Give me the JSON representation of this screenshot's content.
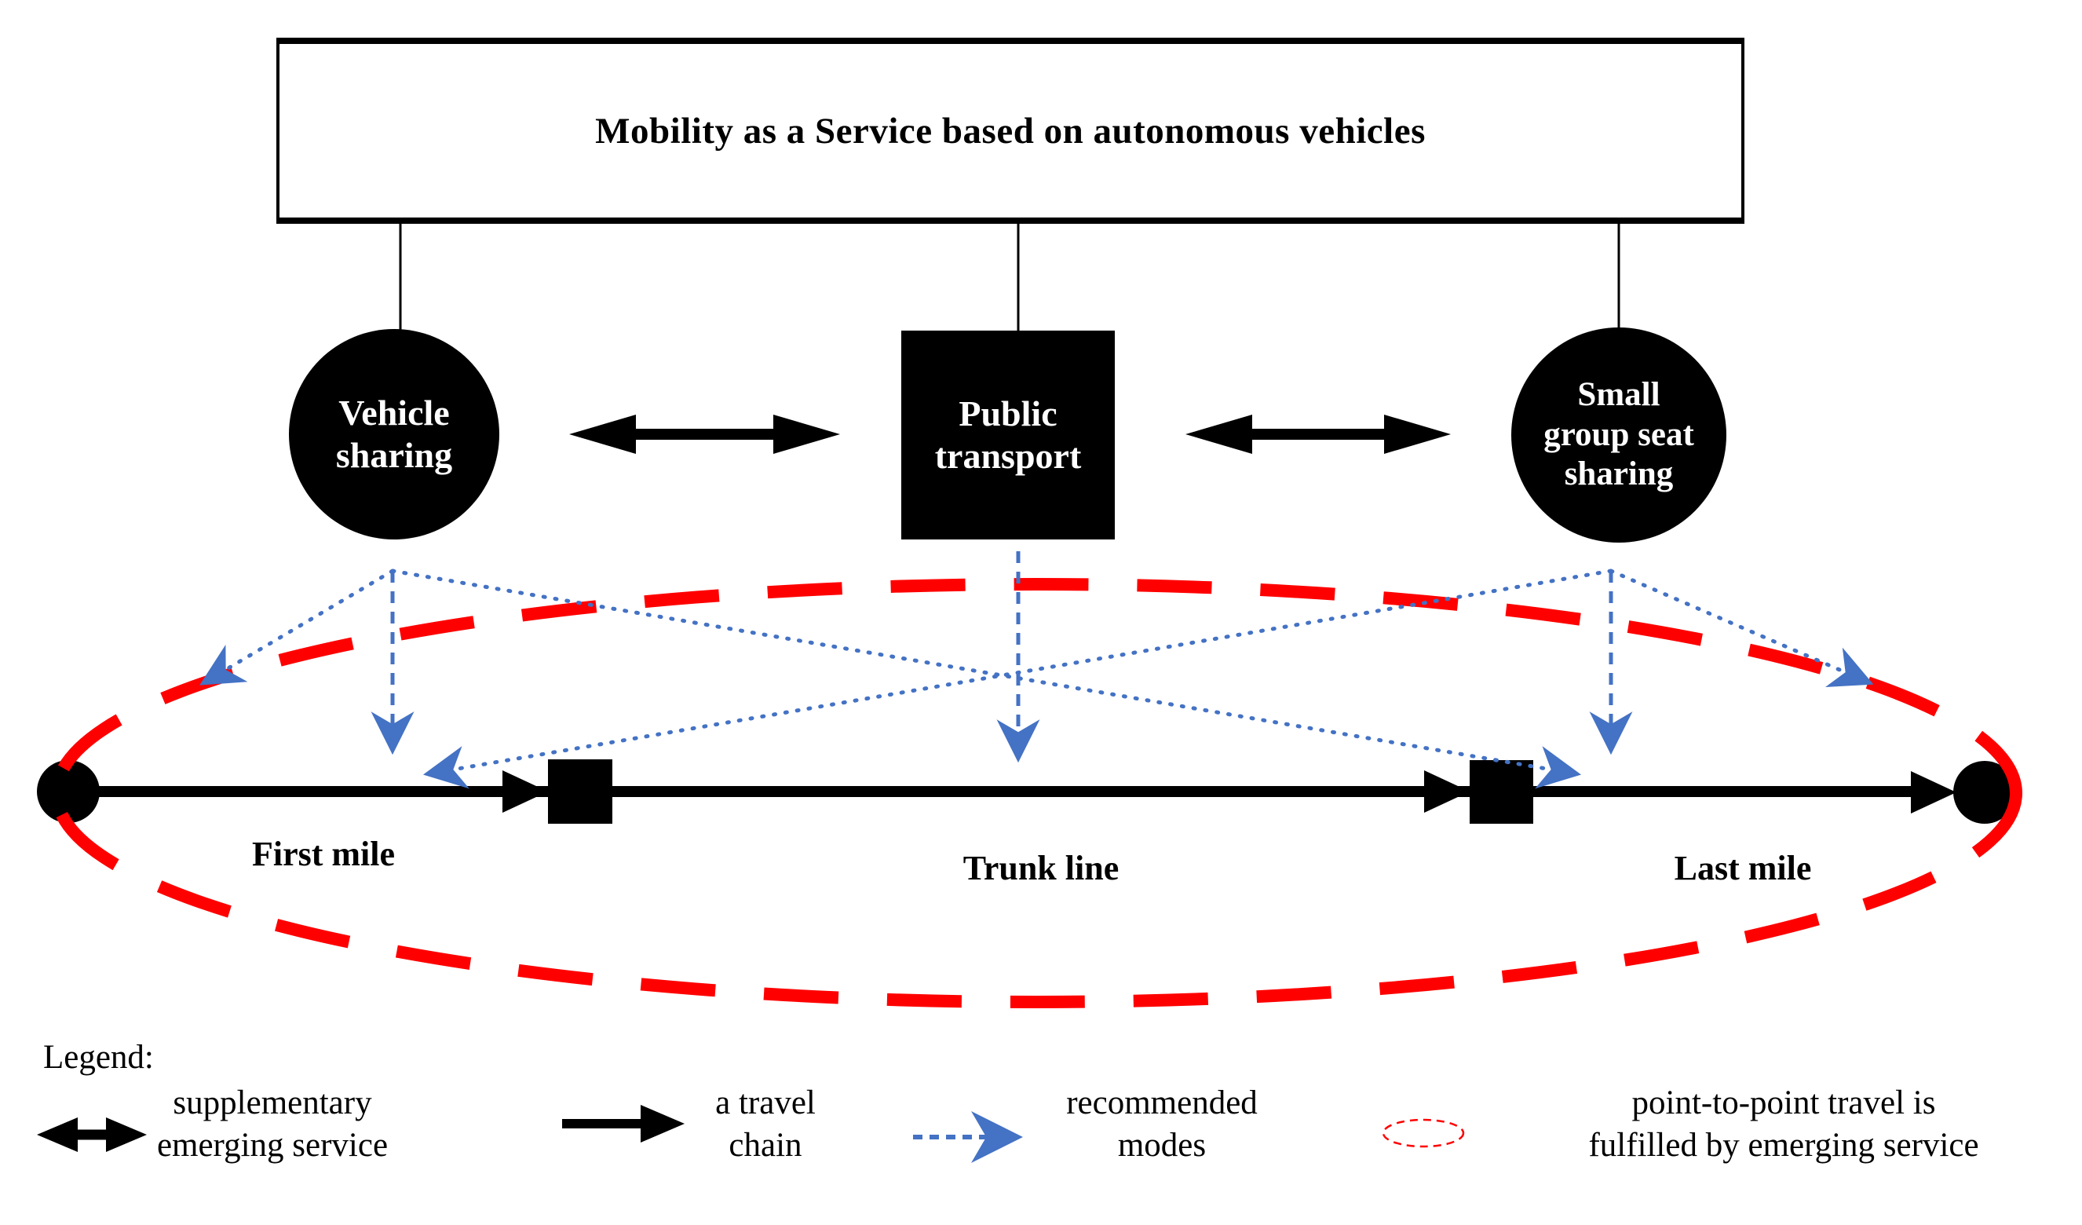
{
  "title": {
    "text": "Mobility as a Service based on autonomous vehicles"
  },
  "nodes": {
    "vehicle_sharing": {
      "lines": [
        "Vehicle",
        "sharing"
      ]
    },
    "public_transport": {
      "lines": [
        "Public",
        "transport"
      ]
    },
    "small_group_seat_sharing": {
      "lines": [
        "Small",
        "group seat",
        "sharing"
      ]
    }
  },
  "travel_chain": {
    "segments": [
      "First mile",
      "Trunk line",
      "Last mile"
    ]
  },
  "legend": {
    "heading": "Legend:",
    "items": [
      {
        "symbol": "double-headed-arrow",
        "lines": [
          "supplementary",
          "emerging service"
        ]
      },
      {
        "symbol": "solid-arrow",
        "lines": [
          "a travel",
          "chain"
        ]
      },
      {
        "symbol": "blue-dashed-arrow",
        "lines": [
          "recommended",
          "modes"
        ]
      },
      {
        "symbol": "red-dashed-ellipse",
        "lines": [
          "point-to-point travel is",
          "fulfilled by emerging service"
        ]
      }
    ]
  },
  "colors": {
    "background": "#FFFFFF",
    "ink": "#000000",
    "node_fill": "#000000",
    "node_text": "#FFFFFF",
    "accent_blue": "#4472C4",
    "accent_red": "#FF0000"
  }
}
